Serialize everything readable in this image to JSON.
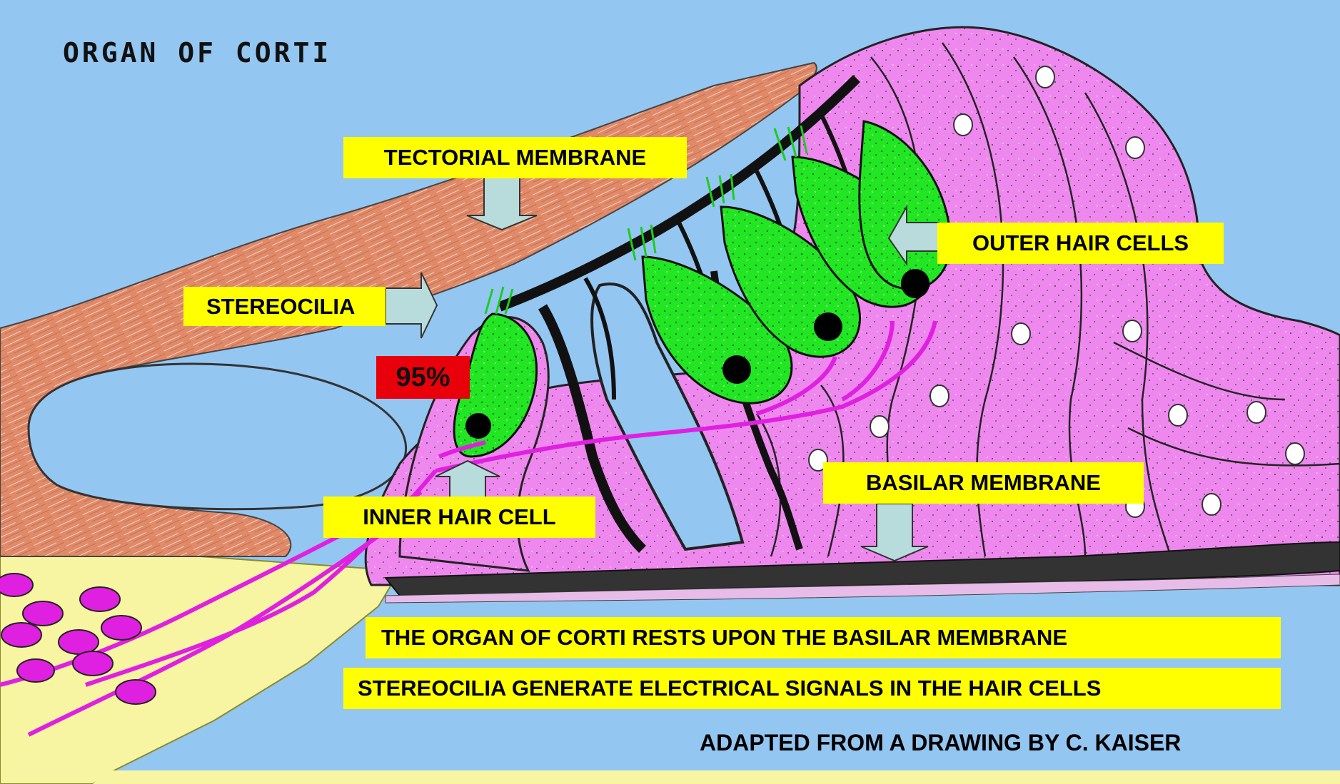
{
  "title": "ORGAN OF CORTI",
  "labels": {
    "tectorial_membrane": "TECTORIAL MEMBRANE",
    "stereocilia": "STEREOCILIA",
    "outer_hair_cells": "OUTER HAIR CELLS",
    "inner_hair_cell": "INNER HAIR CELL",
    "basilar_membrane": "BASILAR MEMBRANE",
    "percent": "95%"
  },
  "captions": {
    "line1": "THE ORGAN OF CORTI RESTS UPON THE BASILAR MEMBRANE",
    "line2": "STEREOCILIA GENERATE ELECTRICAL SIGNALS IN THE HAIR CELLS"
  },
  "credit": "ADAPTED FROM A DRAWING BY C. KAISER",
  "colors": {
    "background": "#94c6f2",
    "tectorial": "#e08a6a",
    "supporting_cells": "#ee88ee",
    "hair_cells": "#1ee51e",
    "nerve": "#e020e0",
    "label_bg": "#ffff00",
    "percent_bg": "#e8000b",
    "arrow": "#b8dcdc"
  }
}
